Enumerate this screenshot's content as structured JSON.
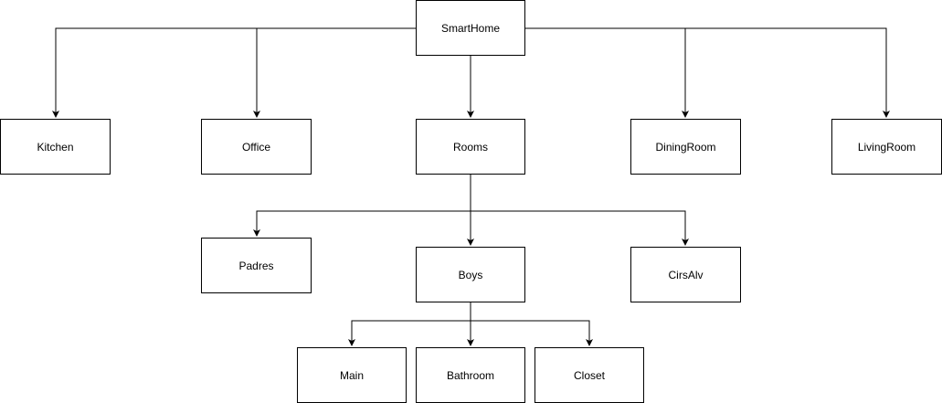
{
  "diagram": {
    "nodes": {
      "smarthome": "SmartHome",
      "kitchen": "Kitchen",
      "office": "Office",
      "rooms": "Rooms",
      "diningroom": "DiningRoom",
      "livingroom": "LivingRoom",
      "padres": "Padres",
      "boys": "Boys",
      "cirsalv": "CirsAlv",
      "main": "Main",
      "bathroom": "Bathroom",
      "closet": "Closet"
    },
    "edges": [
      {
        "from": "smarthome",
        "to": "kitchen"
      },
      {
        "from": "smarthome",
        "to": "office"
      },
      {
        "from": "smarthome",
        "to": "rooms"
      },
      {
        "from": "smarthome",
        "to": "diningroom"
      },
      {
        "from": "smarthome",
        "to": "livingroom"
      },
      {
        "from": "rooms",
        "to": "padres"
      },
      {
        "from": "rooms",
        "to": "boys"
      },
      {
        "from": "rooms",
        "to": "cirsalv"
      },
      {
        "from": "boys",
        "to": "main"
      },
      {
        "from": "boys",
        "to": "bathroom"
      },
      {
        "from": "boys",
        "to": "closet"
      }
    ]
  }
}
